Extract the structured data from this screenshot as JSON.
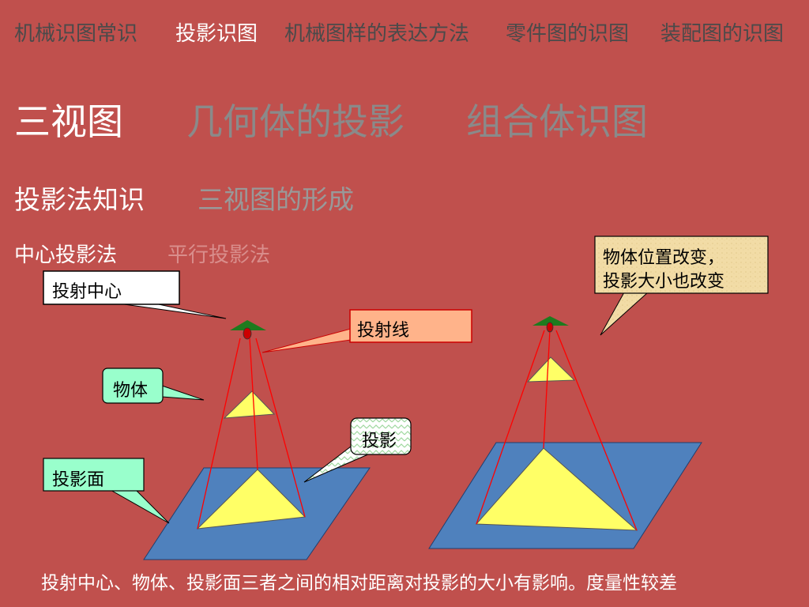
{
  "nav": {
    "items": [
      "机械识图常识",
      "投影识图",
      "机械图样的表达方法",
      "零件图的识图",
      "装配图的识图"
    ],
    "active_index": 1
  },
  "level2": {
    "items": [
      "三视图",
      "几何体的投影",
      "组合体识图"
    ],
    "active_index": 0
  },
  "level3": {
    "items": [
      "投影法知识",
      "三视图的形成"
    ],
    "active_index": 0
  },
  "level4": {
    "items": [
      "中心投影法",
      "平行投影法"
    ],
    "active_index": 0
  },
  "diagram": {
    "labels": {
      "center": "投射中心",
      "ray": "投射线",
      "object": "物体",
      "projection": "投影",
      "plane": "投影面"
    },
    "note_line1": "物体位置改变，",
    "note_line2": "投影大小也改变"
  },
  "caption": "投射中心、物体、投影面三者之间的相对距离对投影的大小有影响。度量性较差",
  "colors": {
    "background": "#c0504d",
    "plane": "#4f81bd",
    "triangle": "#ffff66",
    "ray": "#ff0000",
    "lamp": "#1e7b1e"
  }
}
